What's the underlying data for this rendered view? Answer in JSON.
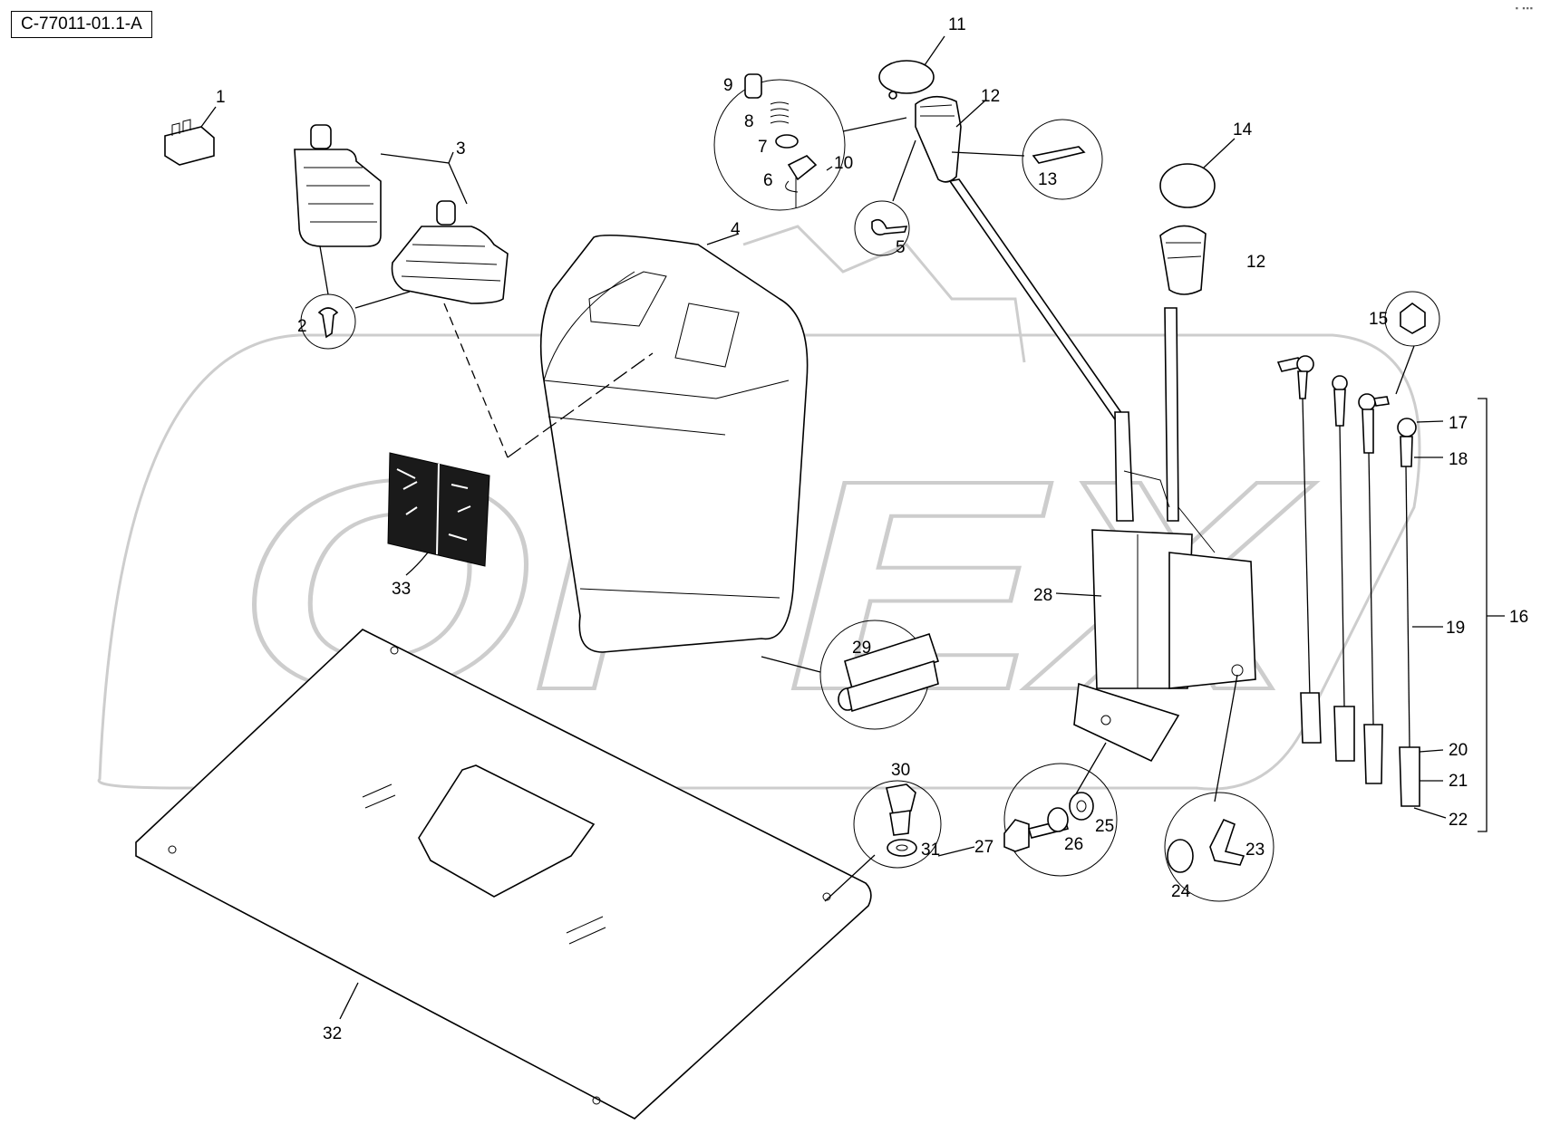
{
  "header": {
    "code": "C-77011-01.1-A"
  },
  "watermark": {
    "text": "OPEX",
    "color": "#c8c8c8"
  },
  "labels": [
    {
      "id": "1",
      "text": "1"
    },
    {
      "id": "2",
      "text": "2"
    },
    {
      "id": "3",
      "text": "3"
    },
    {
      "id": "4",
      "text": "4"
    },
    {
      "id": "5",
      "text": "5"
    },
    {
      "id": "6",
      "text": "6"
    },
    {
      "id": "7",
      "text": "7"
    },
    {
      "id": "8",
      "text": "8"
    },
    {
      "id": "9",
      "text": "9"
    },
    {
      "id": "10",
      "text": "10"
    },
    {
      "id": "11",
      "text": "11"
    },
    {
      "id": "12a",
      "text": "12"
    },
    {
      "id": "12b",
      "text": "12"
    },
    {
      "id": "13",
      "text": "13"
    },
    {
      "id": "14",
      "text": "14"
    },
    {
      "id": "15",
      "text": "15"
    },
    {
      "id": "16",
      "text": "16"
    },
    {
      "id": "17",
      "text": "17"
    },
    {
      "id": "18",
      "text": "18"
    },
    {
      "id": "19",
      "text": "19"
    },
    {
      "id": "20",
      "text": "20"
    },
    {
      "id": "21",
      "text": "21"
    },
    {
      "id": "22",
      "text": "22"
    },
    {
      "id": "23",
      "text": "23"
    },
    {
      "id": "24",
      "text": "24"
    },
    {
      "id": "25",
      "text": "25"
    },
    {
      "id": "26",
      "text": "26"
    },
    {
      "id": "27",
      "text": "27"
    },
    {
      "id": "28",
      "text": "28"
    },
    {
      "id": "29",
      "text": "29"
    },
    {
      "id": "30",
      "text": "30"
    },
    {
      "id": "31",
      "text": "31"
    },
    {
      "id": "32",
      "text": "32"
    },
    {
      "id": "33",
      "text": "33"
    }
  ]
}
